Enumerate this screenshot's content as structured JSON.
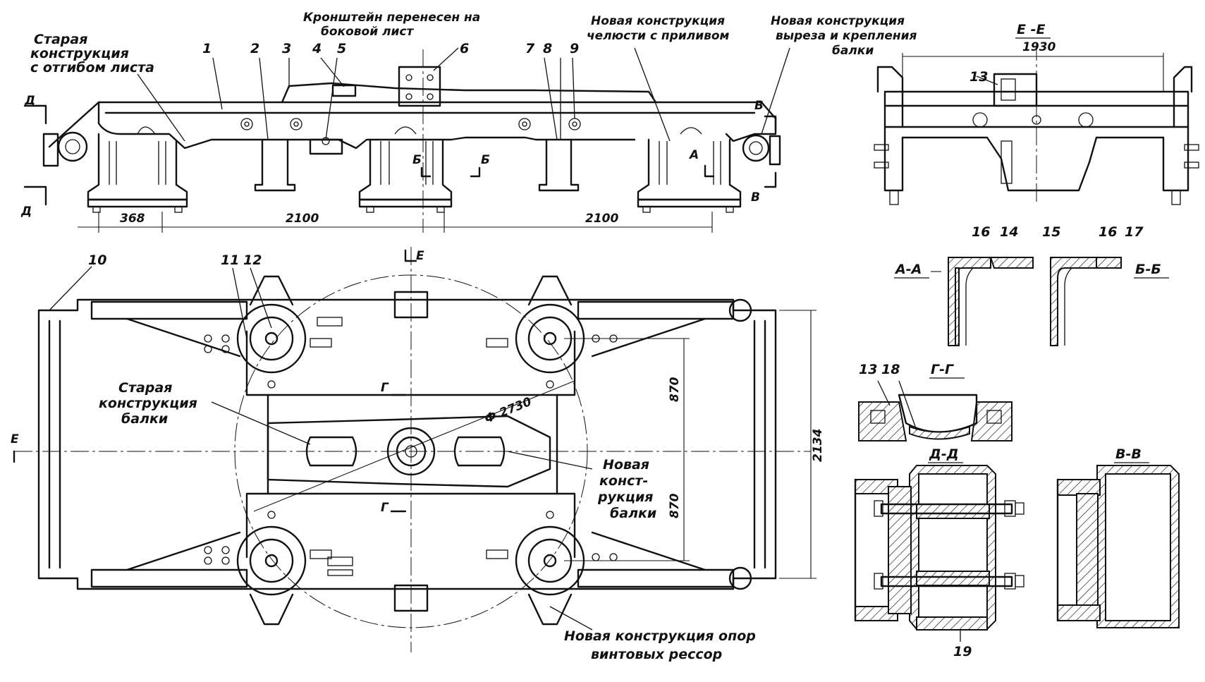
{
  "labels": {
    "old_sheet": [
      "Старая",
      "конструкция",
      "с отгибом листа"
    ],
    "bracket": [
      "Кронштейн перенесен на",
      "боковой лист"
    ],
    "jaw": [
      "Новая конструкция",
      "челюсти с приливом"
    ],
    "cutout": [
      "Новая  конструкция",
      "выреза и крепления",
      "балки"
    ],
    "old_beam": [
      "Старая",
      "конструкция",
      "балки"
    ],
    "new_beam": [
      "Новая",
      "конст-",
      "рукция",
      "балки"
    ],
    "spring": [
      "Новая конструкция опор",
      "винтовых рессор"
    ]
  },
  "callouts": [
    "1",
    "2",
    "3",
    "4",
    "5",
    "6",
    "7",
    "8",
    "9",
    "10",
    "11",
    "12",
    "13",
    "14",
    "15",
    "16",
    "17",
    "18",
    "19"
  ],
  "sections": {
    "ee": "Е -Е",
    "aa": "А-А",
    "bb": "Б-Б",
    "gg": "Г-Г",
    "dd": "Д-Д",
    "vv": "В-В"
  },
  "cut_marks": {
    "d": "Д",
    "v": "В",
    "b": "Б",
    "a": "А",
    "g": "Г",
    "e": "Е"
  },
  "dimensions": {
    "d368": "368",
    "d2100a": "2100",
    "d2100b": "2100",
    "d1930": "1930",
    "d2134": "2134",
    "d870a": "870",
    "d870b": "870",
    "phi": "Ф 2730"
  }
}
